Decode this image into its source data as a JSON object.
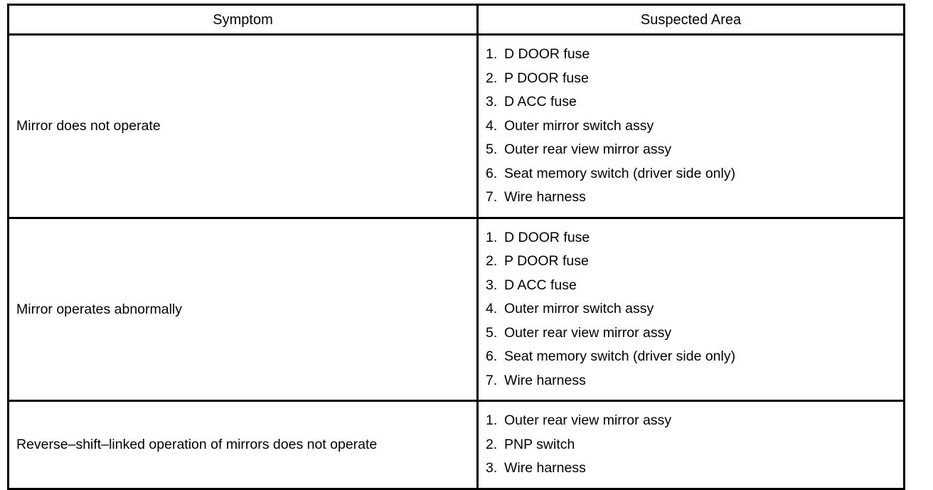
{
  "table": {
    "columns": [
      {
        "key": "symptom",
        "label": "Symptom"
      },
      {
        "key": "suspected_area",
        "label": "Suspected Area"
      }
    ],
    "rows": [
      {
        "symptom": "Mirror does not operate",
        "suspected_area": [
          {
            "num": "1.",
            "label": "D DOOR fuse"
          },
          {
            "num": "2.",
            "label": "P DOOR fuse"
          },
          {
            "num": "3.",
            "label": "D ACC fuse"
          },
          {
            "num": "4.",
            "label": "Outer mirror switch assy"
          },
          {
            "num": "5.",
            "label": "Outer rear view mirror assy"
          },
          {
            "num": "6.",
            "label": "Seat memory switch (driver side only)"
          },
          {
            "num": "7.",
            "label": "Wire harness"
          }
        ]
      },
      {
        "symptom": "Mirror operates abnormally",
        "suspected_area": [
          {
            "num": "1.",
            "label": "D DOOR fuse"
          },
          {
            "num": "2.",
            "label": "P DOOR fuse"
          },
          {
            "num": "3.",
            "label": "D ACC fuse"
          },
          {
            "num": "4.",
            "label": "Outer mirror switch assy"
          },
          {
            "num": "5.",
            "label": "Outer rear view mirror assy"
          },
          {
            "num": "6.",
            "label": "Seat memory switch (driver side only)"
          },
          {
            "num": "7.",
            "label": "Wire harness"
          }
        ]
      },
      {
        "symptom": "Reverse–shift–linked operation of mirrors does not operate",
        "suspected_area": [
          {
            "num": "1.",
            "label": "Outer rear view mirror assy"
          },
          {
            "num": "2.",
            "label": "PNP switch"
          },
          {
            "num": "3.",
            "label": "Wire harness"
          }
        ]
      }
    ]
  },
  "colors": {
    "border": "#000000",
    "text": "#000000",
    "background": "#ffffff"
  }
}
